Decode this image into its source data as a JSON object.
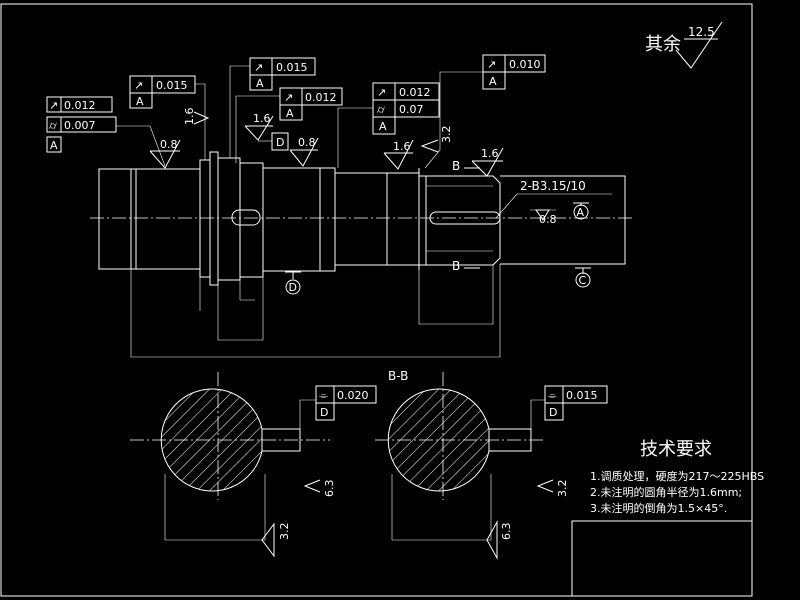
{
  "drawing": {
    "rest_surface_label": "其余",
    "rest_surface_value": "12.5",
    "section_label": "B-B",
    "section_mark": "B",
    "keyway_note": "2-B3.15/10"
  },
  "datums": {
    "a": "A",
    "c": "C",
    "d": "D"
  },
  "fcf": {
    "f1": {
      "symbol": "↗",
      "value": "0.012",
      "datum": "A"
    },
    "f2": {
      "symbol": "⌭",
      "value": "0.007",
      "datum": "A"
    },
    "f3": {
      "symbol": "↗",
      "value": "0.015",
      "datum": "A"
    },
    "f4": {
      "symbol": "↗",
      "value": "0.015",
      "datum": "A"
    },
    "f5": {
      "symbol": "↗",
      "value": "0.012",
      "datum": "A"
    },
    "f6": {
      "symbol": "↗",
      "value": "0.012",
      "datum": "A"
    },
    "f7": {
      "symbol": "⌭",
      "value": "0.07",
      "datum": "A"
    },
    "f8": {
      "symbol": "↗",
      "value": "0.010",
      "datum": "A"
    },
    "f9": {
      "symbol": "⌯",
      "value": "0.020",
      "datum": "D"
    },
    "f10": {
      "symbol": "⌯",
      "value": "0.015",
      "datum": "D"
    }
  },
  "roughness": {
    "r1": "0.8",
    "r2": "1.6",
    "r3": "1.6",
    "r4": "0.8",
    "r5": "1.6",
    "r6": "3.2",
    "r7": "1.6",
    "r8": "0.8",
    "r9": "6.3",
    "r10": "3.2",
    "r11": "6.3",
    "r12": "3.2"
  },
  "tech": {
    "title": "技术要求",
    "items": [
      "1.调质处理，硬度为217～225HBS",
      "2.未注明的圆角半径为1.6mm;",
      "3.未注明的倒角为1.5×45°."
    ]
  }
}
